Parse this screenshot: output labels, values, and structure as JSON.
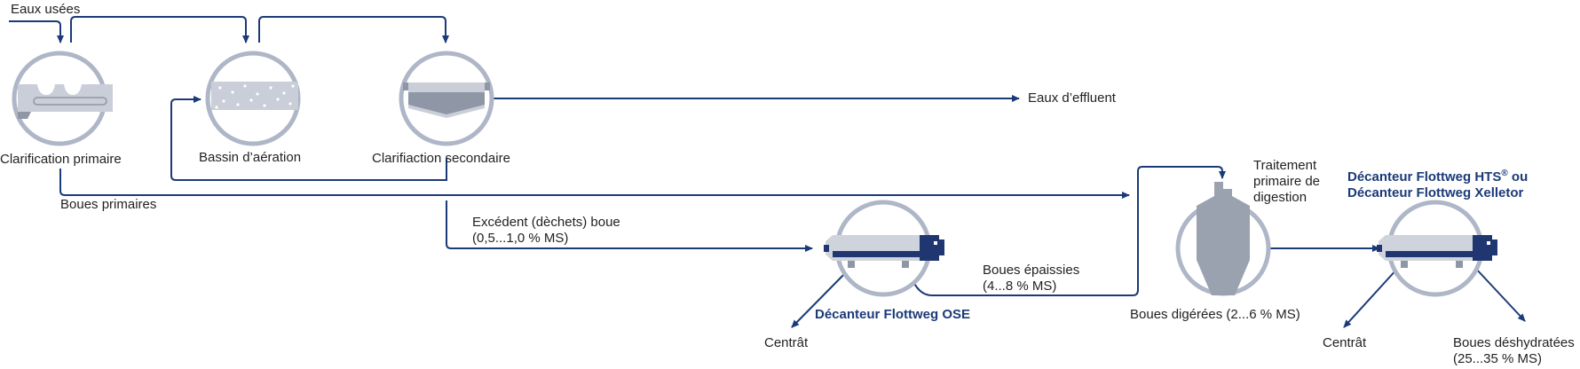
{
  "colors": {
    "line": "#1b3a78",
    "circle": "#aeb6c7",
    "shape_gray": "#9aa2b0",
    "shape_light": "#c9ced8",
    "decanter_dark": "#1f3670",
    "decanter_light": "#cfd3dc"
  },
  "labels": {
    "eaux_usees": "Eaux usées",
    "clarification_primaire": "Clarification primaire",
    "bassin_aeration": "Bassin d’aération",
    "clarification_secondaire": "Clarifiaction secondaire",
    "eaux_effluent": "Eaux d’effluent",
    "boues_primaires": "Boues primaires",
    "excedent_line1": "Excédent (dèchets) boue",
    "excedent_line2": "(0,5...1,0 % MS)",
    "boues_epaissies_line1": "Boues épaissies",
    "boues_epaissies_line2": "(4...8 % MS)",
    "decanteur_ose": "Décanteur Flottweg OSE",
    "centrat_1": "Centrât",
    "traitement_line1": "Traitement",
    "traitement_line2": "primaire de",
    "traitement_line3": "digestion",
    "boues_digerees": "Boues digérées (2...6 % MS)",
    "decanteur_hts_line1": "Décanteur Flottweg HTS",
    "decanteur_hts_sup": "®",
    "decanteur_hts_line1_suffix": " ou",
    "decanteur_hts_line2": "Décanteur Flottweg Xelletor",
    "centrat_2": "Centrât",
    "boues_deshydratees_line1": "Boues déshydratées",
    "boues_deshydratees_line2": "(25...35 % MS)"
  },
  "icons": {
    "primary_clarifier": "primary-clarifier-icon",
    "aeration_basin": "aeration-basin-icon",
    "secondary_clarifier": "secondary-clarifier-icon",
    "decanter_ose": "decanter-centrifuge-icon",
    "digester": "digester-tank-icon",
    "decanter_hts": "decanter-centrifuge-icon"
  }
}
